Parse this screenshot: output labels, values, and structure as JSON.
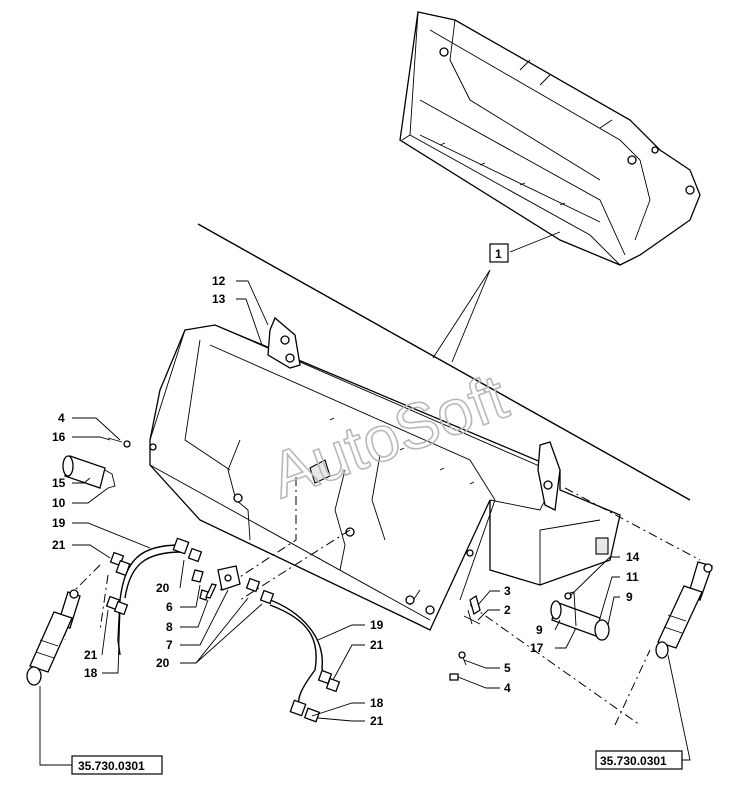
{
  "callouts": {
    "c1": "1",
    "c2": "2",
    "c3": "3",
    "c4a": "4",
    "c4b": "4",
    "c5": "5",
    "c6": "6",
    "c7": "7",
    "c8": "8",
    "c9a": "9",
    "c9b": "9",
    "c10": "10",
    "c11": "11",
    "c12": "12",
    "c13": "13",
    "c14": "14",
    "c15": "15",
    "c16": "16",
    "c17": "17",
    "c18a": "18",
    "c18b": "18",
    "c19a": "19",
    "c19b": "19",
    "c20a": "20",
    "c20b": "20",
    "c21a": "21",
    "c21b": "21",
    "c21c": "21",
    "c21d": "21"
  },
  "references": {
    "left": "35.730.0301",
    "right": "35.730.0301"
  },
  "watermark": "AutoSoft"
}
